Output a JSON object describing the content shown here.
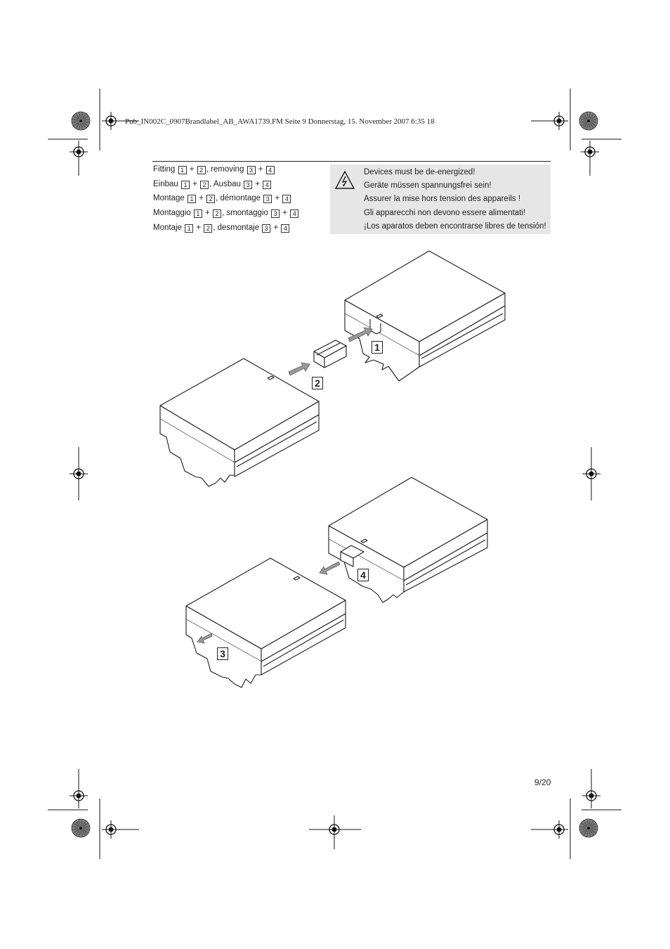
{
  "header": {
    "file_line": "Pub_IN002C_0907Brandlabel_AB_AWA1739.FM  Seite 9  Donnerstag, 15. November 2007  6:35 18"
  },
  "steps": [
    {
      "word1": "Fitting",
      "k1": "1",
      "plus1": "+",
      "k2": "2",
      "word2": ", removing",
      "k3": "3",
      "plus2": "+",
      "k4": "4"
    },
    {
      "word1": "Einbau",
      "k1": "1",
      "plus1": "+",
      "k2": "2",
      "word2": ", Ausbau",
      "k3": "3",
      "plus2": "+",
      "k4": "4"
    },
    {
      "word1": "Montage",
      "k1": "1",
      "plus1": "+",
      "k2": "2",
      "word2": ", démontage",
      "k3": "3",
      "plus2": "+",
      "k4": "4"
    },
    {
      "word1": "Montaggio",
      "k1": "1",
      "plus1": "+",
      "k2": "2",
      "word2": ", smontaggio",
      "k3": "3",
      "plus2": "+",
      "k4": "4"
    },
    {
      "word1": "Montaje",
      "k1": "1",
      "plus1": "+",
      "k2": "2",
      "word2": ", desmontaje",
      "k3": "3",
      "plus2": "+",
      "k4": "4"
    }
  ],
  "warning": {
    "icon": "high-voltage-warning-icon",
    "lines": [
      "Devices must be de-energized!",
      "Geräte müssen spannungsfrei sein!",
      "Assurer la mise hors tension des appareils !",
      "Gli apparecchi non devono essere alimentati!",
      "¡Los aparatos deben encontrarse libres de tensión!"
    ]
  },
  "figure_labels": {
    "one": "1",
    "two": "2",
    "three": "3",
    "four": "4"
  },
  "footer": {
    "page_number": "9/20"
  },
  "colors": {
    "warning_bg": "#e6e6e6",
    "arrow_fill": "#9a9a9a",
    "line": "#1a1a1a"
  }
}
